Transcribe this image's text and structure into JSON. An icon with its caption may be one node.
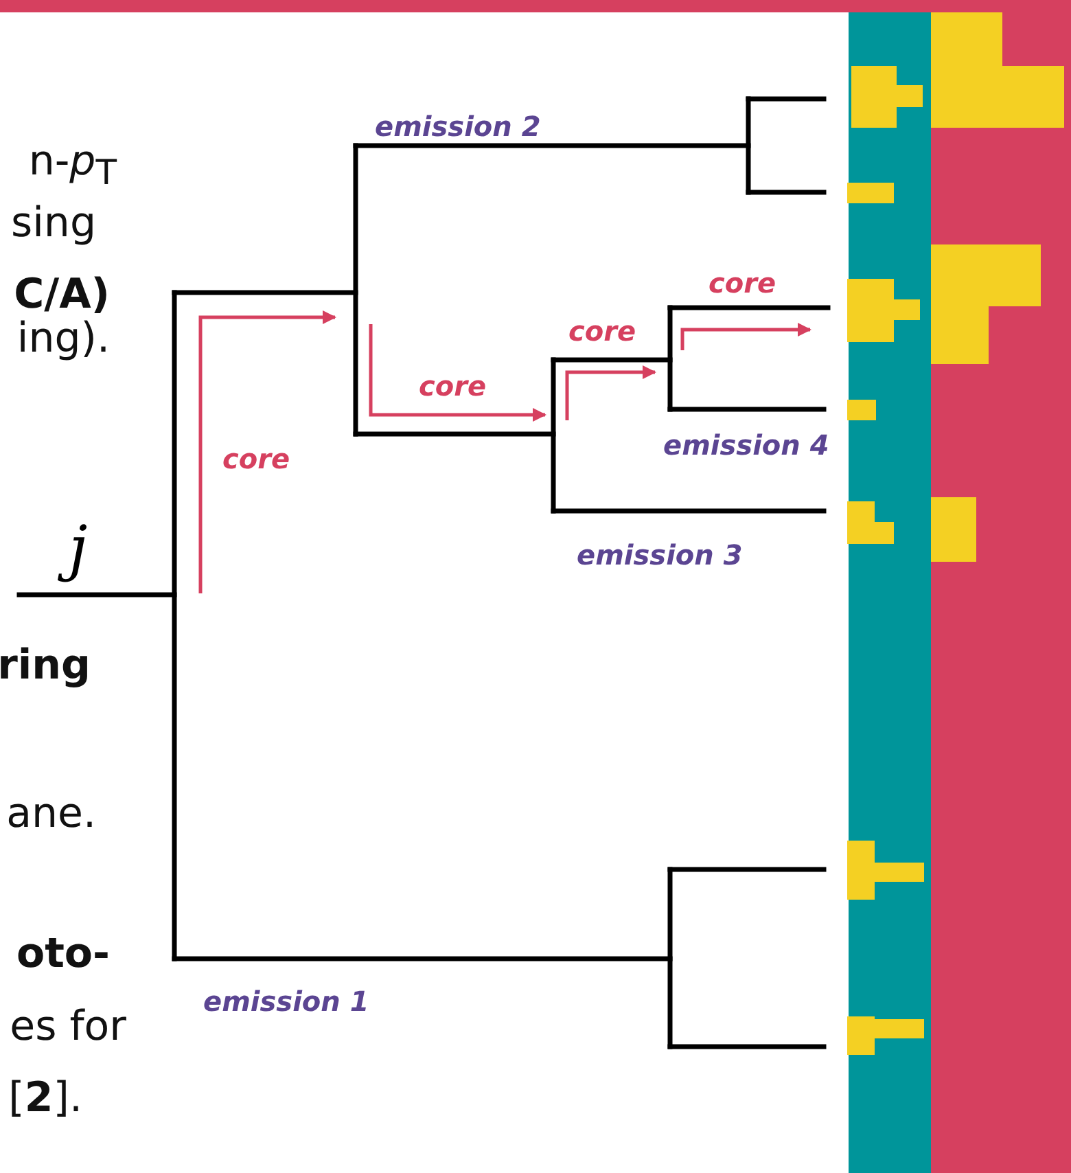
{
  "diagram": {
    "labels": [
      "n-*p*$_{T}$",
      "sing",
      "C/A)",
      "ing).",
      "emission 2",
      "core",
      "core",
      "core",
      "emission 4",
      "core",
      "j",
      "emission 3",
      "ring",
      "ane.",
      "oto-",
      "emission 1",
      "es for",
      "[**2**]."
    ]
  }
}
